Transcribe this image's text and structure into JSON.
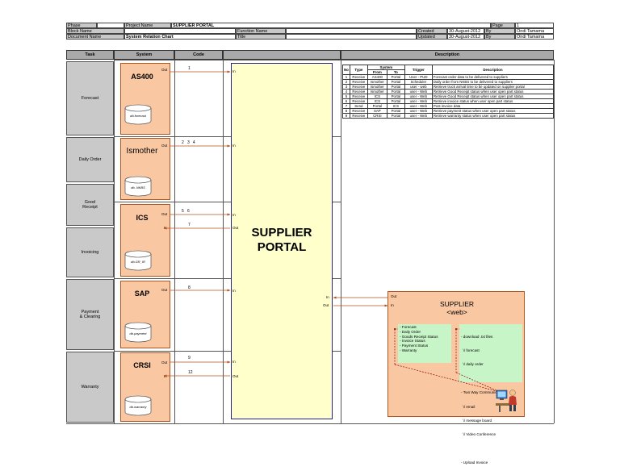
{
  "header": {
    "phase_label": "Phase",
    "project_name_label": "Project Name",
    "project_name": "SUPPLIER PORTAL",
    "page_label": "Page",
    "page_value": "1",
    "block_name_label": "Block Name",
    "function_name_label": "Function Name",
    "created_label": "Created",
    "created_date": "30-August-2012",
    "by_label1": "By",
    "by_value1": "Ondi Tamama",
    "document_name_label": "Document Name",
    "document_name": "System Relation Chart",
    "title_label": "Title",
    "updated_label": "Updated",
    "updated_date": "30-August-2012",
    "by_label2": "By",
    "by_value2": "Ondi Tamama"
  },
  "columns": {
    "task": "Task",
    "system": "System",
    "code": "Code",
    "description": "Description"
  },
  "tasks": [
    "Forecast",
    "Daily Order",
    "Good\nReceipt",
    "Invoicing",
    "Payment\n& Clearing",
    "Warranty"
  ],
  "systems": [
    {
      "name": "AS400",
      "db": "db.forecast",
      "out": "Out",
      "codes": "1"
    },
    {
      "name": "Ismother",
      "db": "db..NKBS",
      "out": "Out",
      "codes": "2   3   4"
    },
    {
      "name": "ICS",
      "db": "db.GR_IR",
      "out": "Out",
      "in": "In",
      "codes_out": "5   6",
      "codes_in": "7"
    },
    {
      "name": "SAP",
      "db": "db.payment",
      "out": "Out",
      "codes": "8"
    },
    {
      "name": "CRSI",
      "db": "db.warranty",
      "out": "Out",
      "in": "In",
      "codes_out": "9",
      "codes_in": "12"
    }
  ],
  "portal": {
    "title_line1": "SUPPLIER",
    "title_line2": "PORTAL",
    "port_in": "In",
    "port_out": "Out",
    "right_in": "In",
    "right_out": "Out"
  },
  "desc_table": {
    "headers": {
      "no": "No",
      "type": "Type",
      "system": "System",
      "from": "From",
      "to": "To",
      "trigger": "Trigger",
      "description": "Description"
    },
    "rows": [
      {
        "no": "1",
        "type": "Receive",
        "from": "AS400",
        "to": "Portal",
        "trigger": "User - PUD",
        "desc": "Forecast order data to be delivered to suppliers"
      },
      {
        "no": "2",
        "type": "Receive",
        "from": "Ismother",
        "to": "Portal",
        "trigger": "Scheduler",
        "desc": "Daily order from NKBS to be delivered to suppliers"
      },
      {
        "no": "3",
        "type": "Receive",
        "from": "Ismother",
        "to": "Portal",
        "trigger": "user - web",
        "desc": "Retrieve truck arrival time to be updated on supplier portal"
      },
      {
        "no": "4",
        "type": "Receive",
        "from": "Ismother",
        "to": "Portal",
        "trigger": "user - Web",
        "desc": "Retrieve Good Receipt status when user open part status"
      },
      {
        "no": "5",
        "type": "Receive",
        "from": "ICS",
        "to": "Portal",
        "trigger": "user - Web",
        "desc": "Retrieve Good Receipt status when user open part status"
      },
      {
        "no": "6",
        "type": "Receive",
        "from": "ICS",
        "to": "Portal",
        "trigger": "user - Web",
        "desc": "Retrieve invoice status when user open part status"
      },
      {
        "no": "7",
        "type": "Send",
        "from": "Portal",
        "to": "ICS",
        "trigger": "user - Web",
        "desc": "Post invoice data"
      },
      {
        "no": "8",
        "type": "Receive",
        "from": "SAP",
        "to": "Portal",
        "trigger": "user - Web",
        "desc": "Retrieve payment status when user open part status"
      },
      {
        "no": "9",
        "type": "Receive",
        "from": "CRSI",
        "to": "Portal",
        "trigger": "user - Web",
        "desc": "Retrieve warranty status when user open part status"
      }
    ]
  },
  "supplier_web": {
    "title_line1": "SUPPLIER",
    "title_line2": "<web>",
    "port_out": "Out",
    "port_in": "In",
    "left_list": [
      "- Forecast",
      "- Daily Order",
      "- Goods Receipt Status",
      "- Invoice Status",
      "- Payment Status",
      "- Warranty"
    ],
    "right_list": [
      "- download .txt files",
      "  \\/ forecast",
      "  \\/ daily order",
      "",
      "- Two Way Communication",
      "  \\/ email",
      "  \\/ message board",
      "  \\/ Video Conference",
      "",
      "- Upload Invoice"
    ]
  },
  "colors": {
    "system_fill": "#f9c8a3",
    "portal_fill": "#ffffcc",
    "green_fill": "#c8f5c8",
    "arrow": "#b1551f"
  }
}
